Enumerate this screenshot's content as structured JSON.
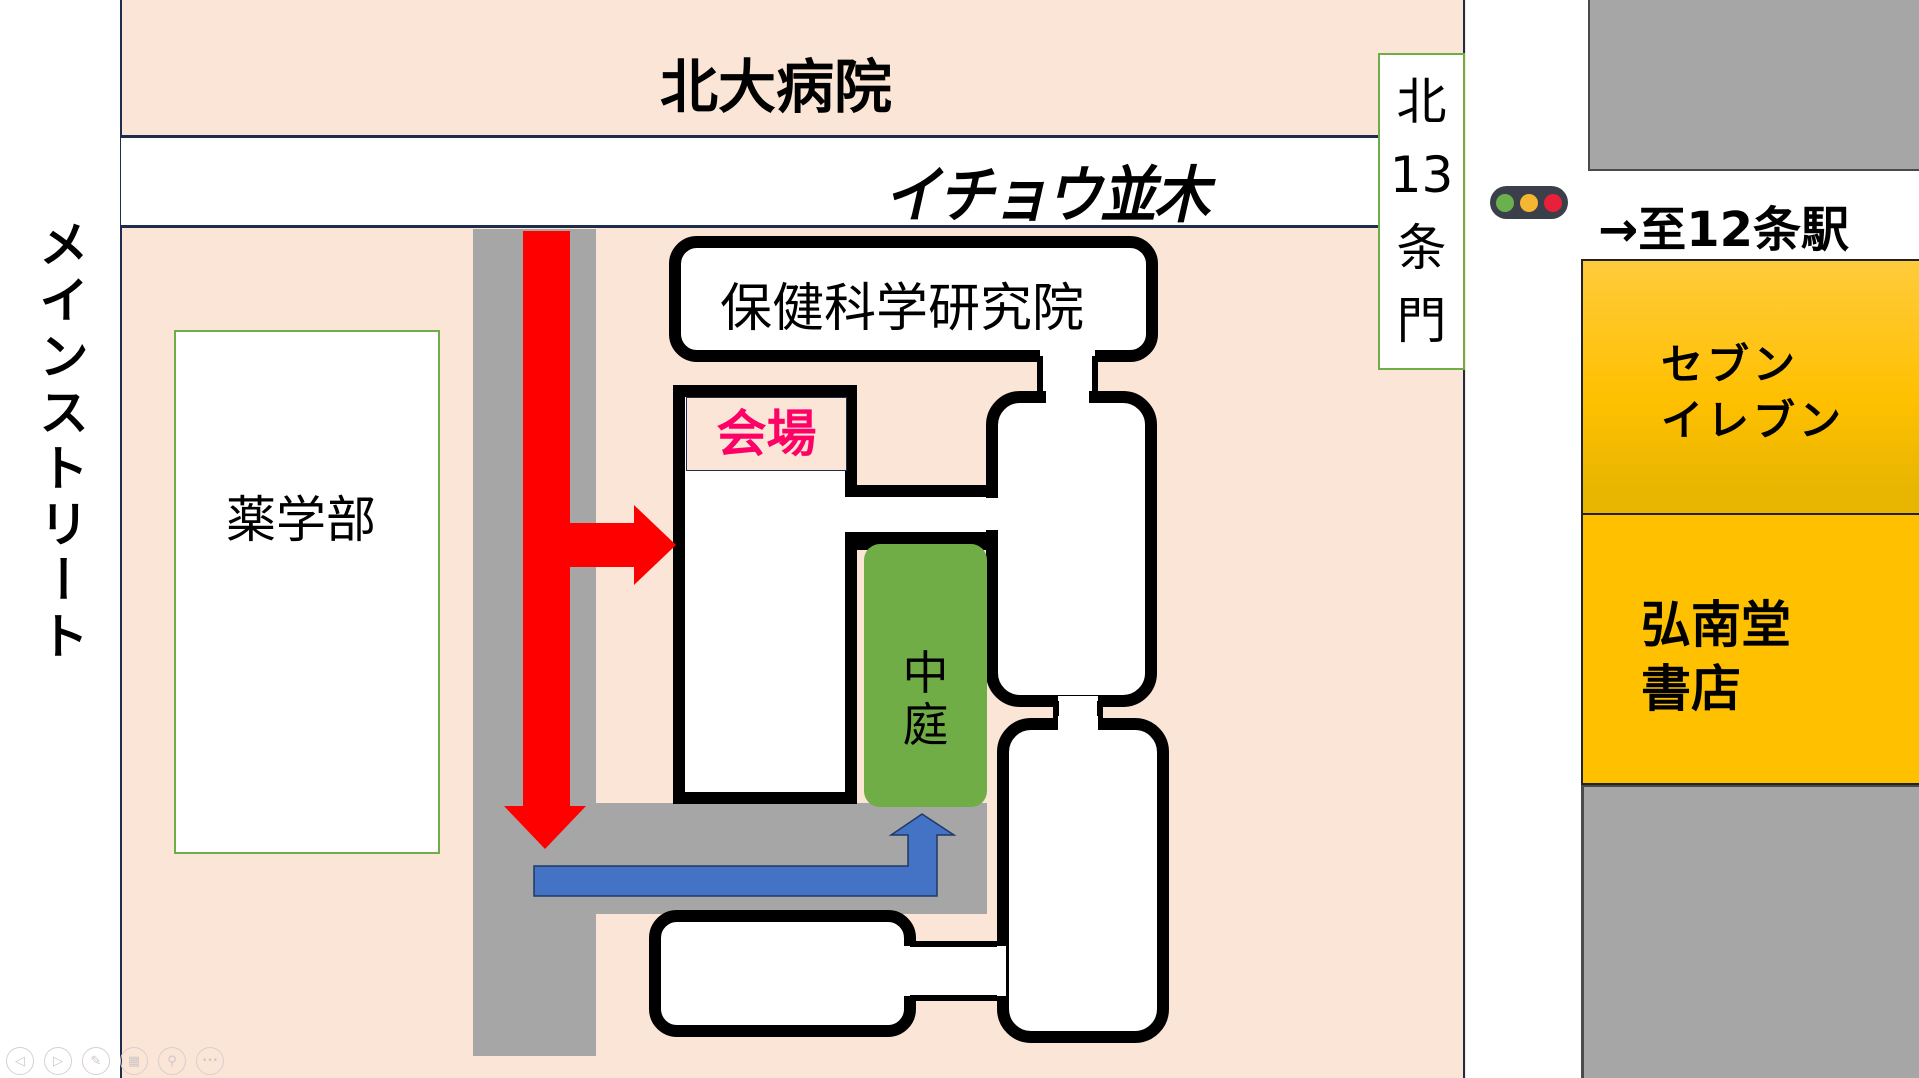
{
  "map": {
    "main_street": "メインストリート",
    "hospital": "北大病院",
    "ginkgo_avenue": "イチョウ並木",
    "gate": [
      "北",
      "13",
      "条",
      "門"
    ],
    "to_station": "→至12条駅",
    "pharmacy": "薬学部",
    "health_sciences": "保健科学研究院",
    "venue": "会場",
    "courtyard": [
      "中",
      "庭"
    ],
    "seven_eleven": [
      "セブン",
      "イレブン"
    ],
    "bookstore": [
      "弘南堂",
      "書店"
    ]
  },
  "colors": {
    "ground": "#fbe5d6",
    "road": "#a6a6a6",
    "route_main": "#ff0000",
    "route_courtyard": "#4472c4",
    "courtyard": "#70ad47",
    "store": "#ffc000",
    "venue_label": "#ff0066"
  },
  "icons": {
    "traffic_light": "traffic-light-icon"
  },
  "slideshow_controls": [
    "previous",
    "next",
    "pen",
    "slides",
    "zoom",
    "more"
  ]
}
